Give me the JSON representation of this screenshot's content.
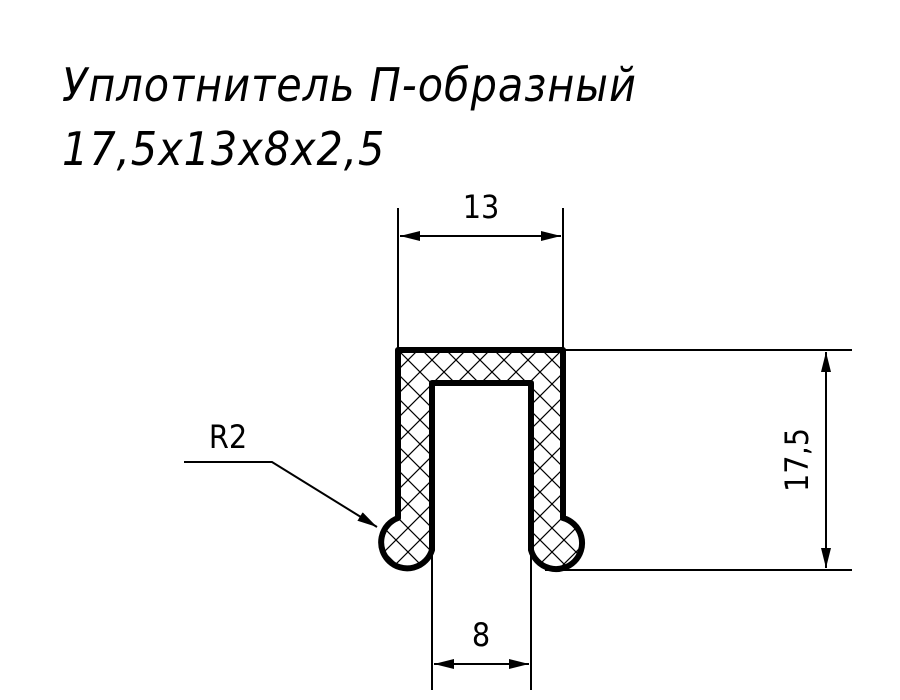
{
  "title": {
    "line1": "Уплотнитель П-образный",
    "line2": "17,5x13x8x2,5"
  },
  "dimensions": {
    "width_top": "13",
    "height": "17,5",
    "inner_width": "8",
    "radius": "R2"
  },
  "colors": {
    "stroke": "#000000",
    "background": "#ffffff"
  }
}
